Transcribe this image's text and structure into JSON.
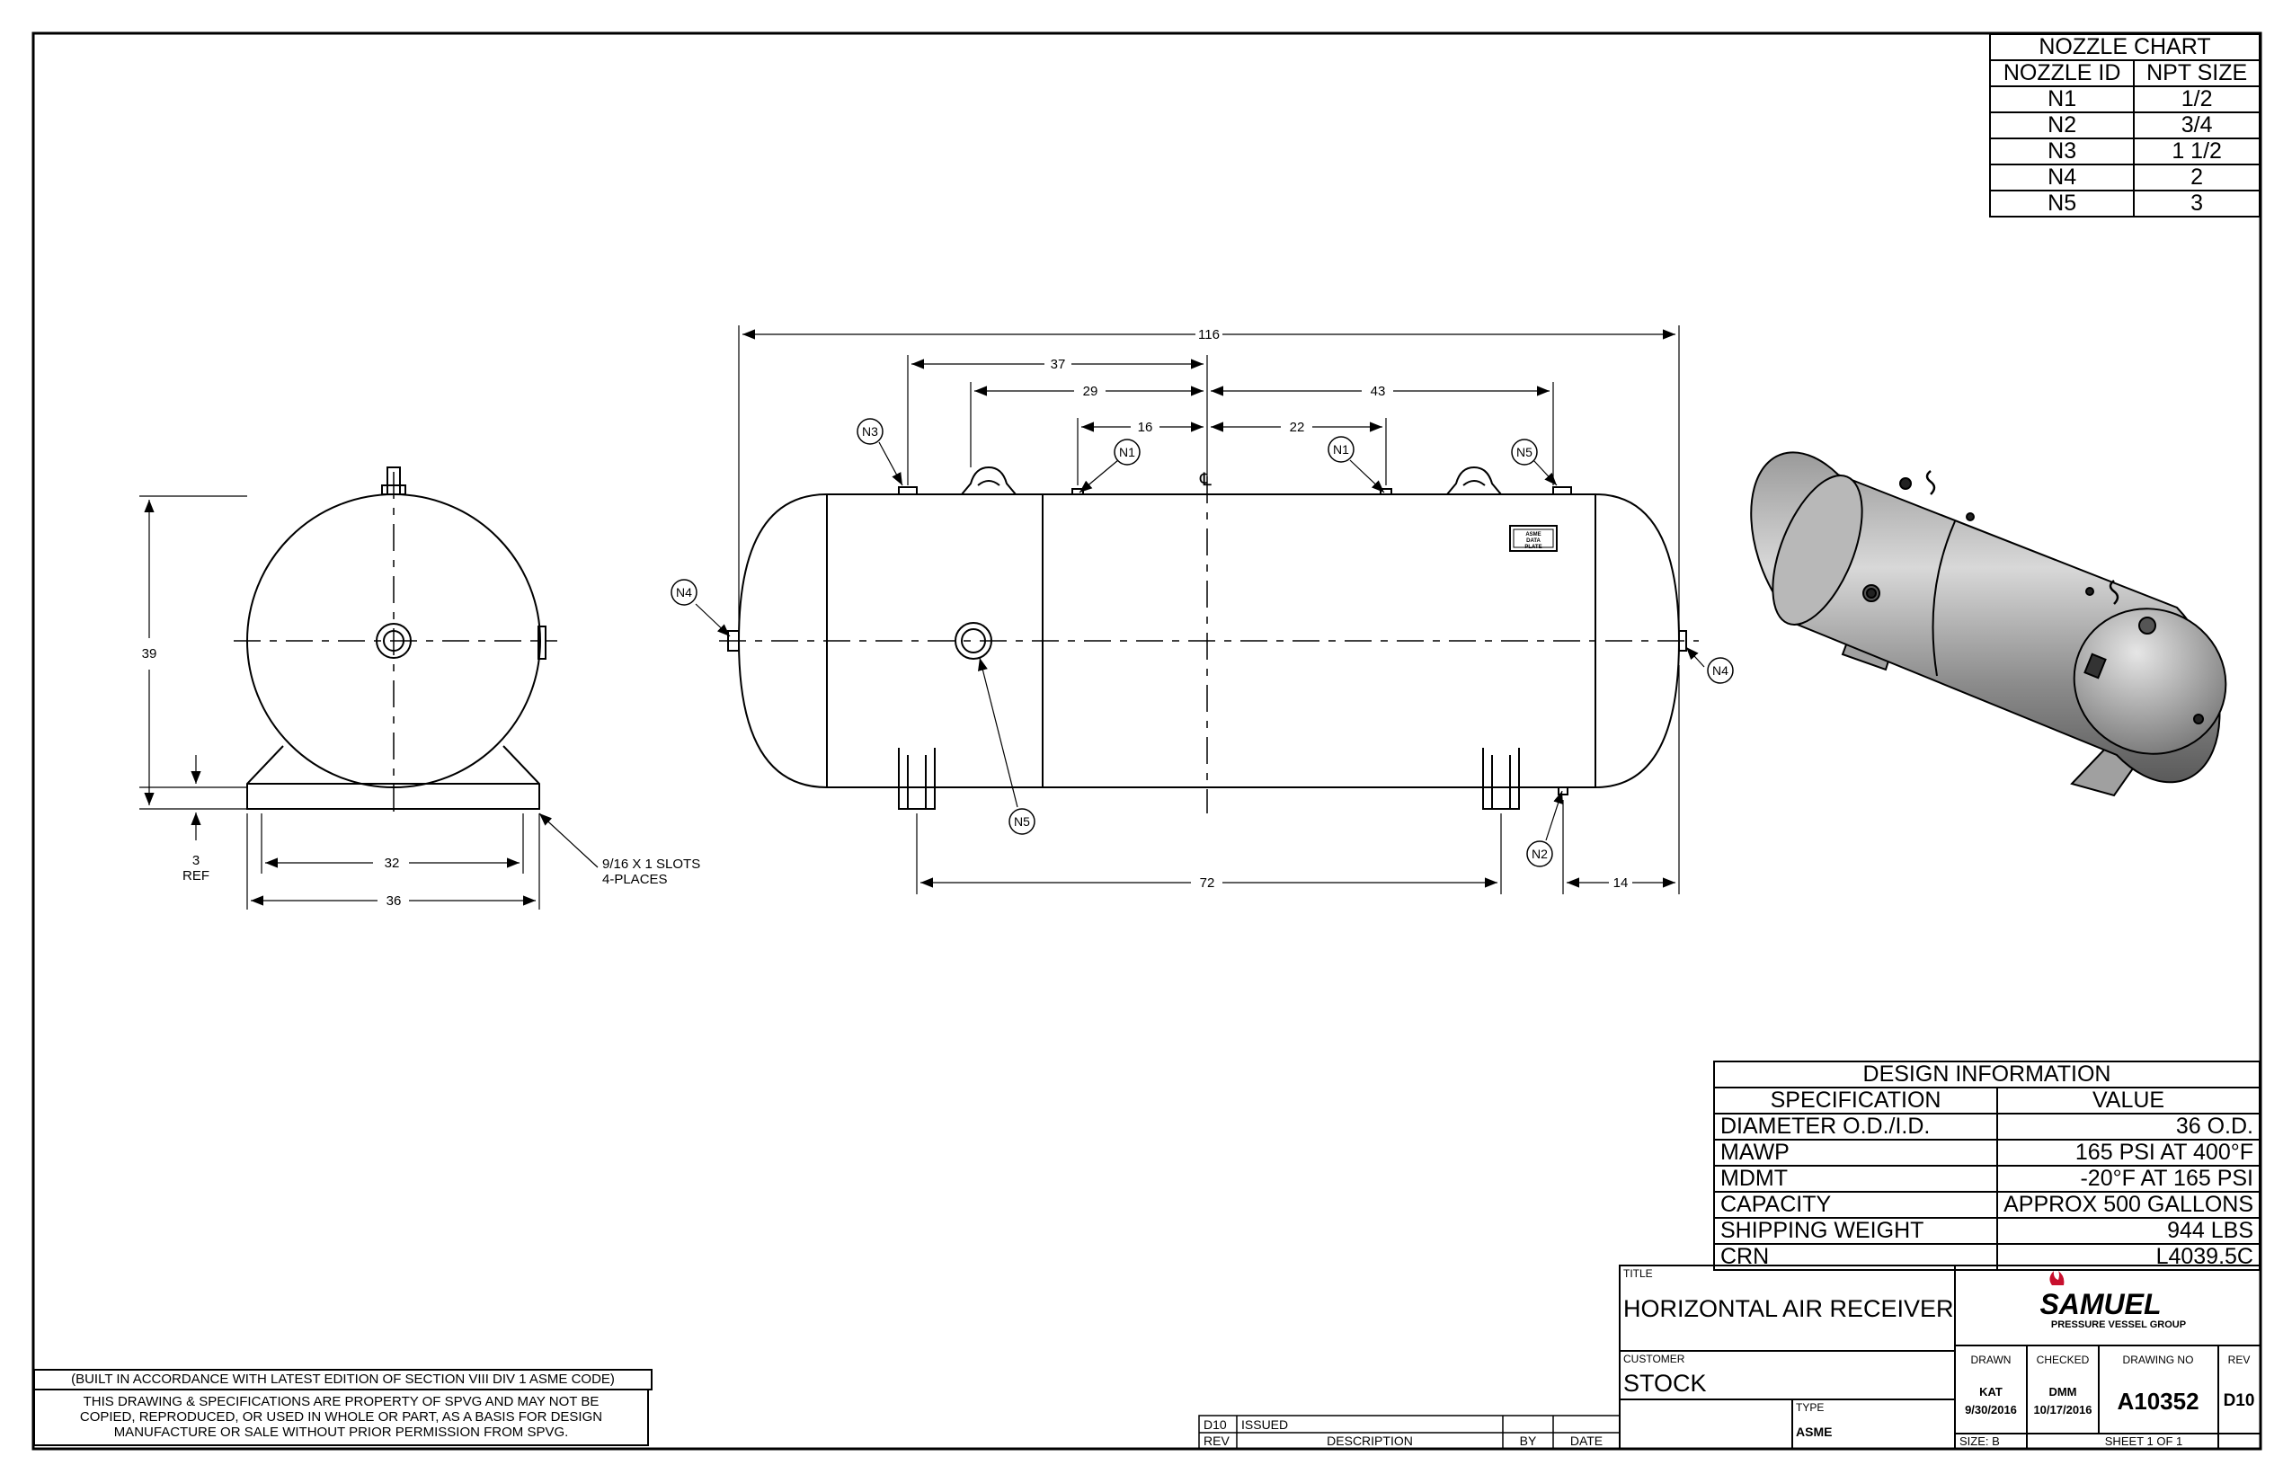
{
  "nozzle_chart": {
    "title": "NOZZLE CHART",
    "headers": [
      "NOZZLE ID",
      "NPT SIZE"
    ],
    "rows": [
      [
        "N1",
        "1/2"
      ],
      [
        "N2",
        "3/4"
      ],
      [
        "N3",
        "1 1/2"
      ],
      [
        "N4",
        "2"
      ],
      [
        "N5",
        "3"
      ]
    ]
  },
  "dimensions": {
    "overall_length": "116",
    "n3_to_centerline": "37",
    "left_saddle_to_centerline": "29",
    "centerline_to_right_saddle": "43",
    "n1_left_to_centerline": "16",
    "centerline_to_n1_right": "22",
    "saddle_spacing": "72",
    "saddle_to_head": "14",
    "height": "39",
    "base_offset": "3",
    "base_offset_ref": "REF",
    "slot_spacing": "32",
    "base_width": "36",
    "slot_note_line1": "9/16 X 1 SLOTS",
    "slot_note_line2": "4-PLACES",
    "centerline_symbol": "℄"
  },
  "nozzle_callouts": [
    "N3",
    "N1",
    "N1",
    "N5",
    "N4",
    "N4",
    "N5",
    "N2"
  ],
  "nameplate_lines": [
    "ASME",
    "DATA",
    "PLATE"
  ],
  "design_info": {
    "title": "DESIGN INFORMATION",
    "headers": [
      "SPECIFICATION",
      "VALUE"
    ],
    "rows": [
      [
        "DIAMETER O.D./I.D.",
        "36 O.D."
      ],
      [
        "MAWP",
        "165 PSI AT 400°F"
      ],
      [
        "MDMT",
        "-20°F AT 165 PSI"
      ],
      [
        "CAPACITY",
        "APPROX 500 GALLONS"
      ],
      [
        "SHIPPING WEIGHT",
        "944 LBS"
      ],
      [
        "CRN",
        "L4039.5C"
      ]
    ]
  },
  "notes": {
    "asme": "(BUILT IN ACCORDANCE WITH LATEST EDITION OF SECTION VIII DIV 1 ASME CODE)",
    "property_line1": "THIS DRAWING & SPECIFICATIONS ARE PROPERTY OF SPVG AND MAY NOT BE",
    "property_line2": "COPIED, REPRODUCED, OR USED IN WHOLE OR PART, AS A BASIS FOR DESIGN",
    "property_line3": "MANUFACTURE OR SALE WITHOUT PRIOR PERMISSION FROM SPVG."
  },
  "revision_block": {
    "row_rev": "D10",
    "row_desc": "ISSUED",
    "header_rev": "REV",
    "header_desc": "DESCRIPTION",
    "header_by": "BY",
    "header_date": "DATE"
  },
  "title_block": {
    "title_label": "TITLE",
    "title": "HORIZONTAL AIR RECEIVER",
    "customer_label": "CUSTOMER",
    "customer": "STOCK",
    "type_label": "TYPE",
    "type": "ASME",
    "logo_name": "SAMUEL",
    "logo_sub": "PRESSURE VESSEL GROUP",
    "drawn_label": "DRAWN",
    "drawn_by": "KAT",
    "drawn_date": "9/30/2016",
    "checked_label": "CHECKED",
    "checked_by": "DMM",
    "checked_date": "10/17/2016",
    "drawing_no_label": "DRAWING NO",
    "drawing_no": "A10352",
    "rev_label": "REV",
    "rev": "D10",
    "size": "SIZE: B",
    "sheet": "SHEET 1  OF 1"
  }
}
